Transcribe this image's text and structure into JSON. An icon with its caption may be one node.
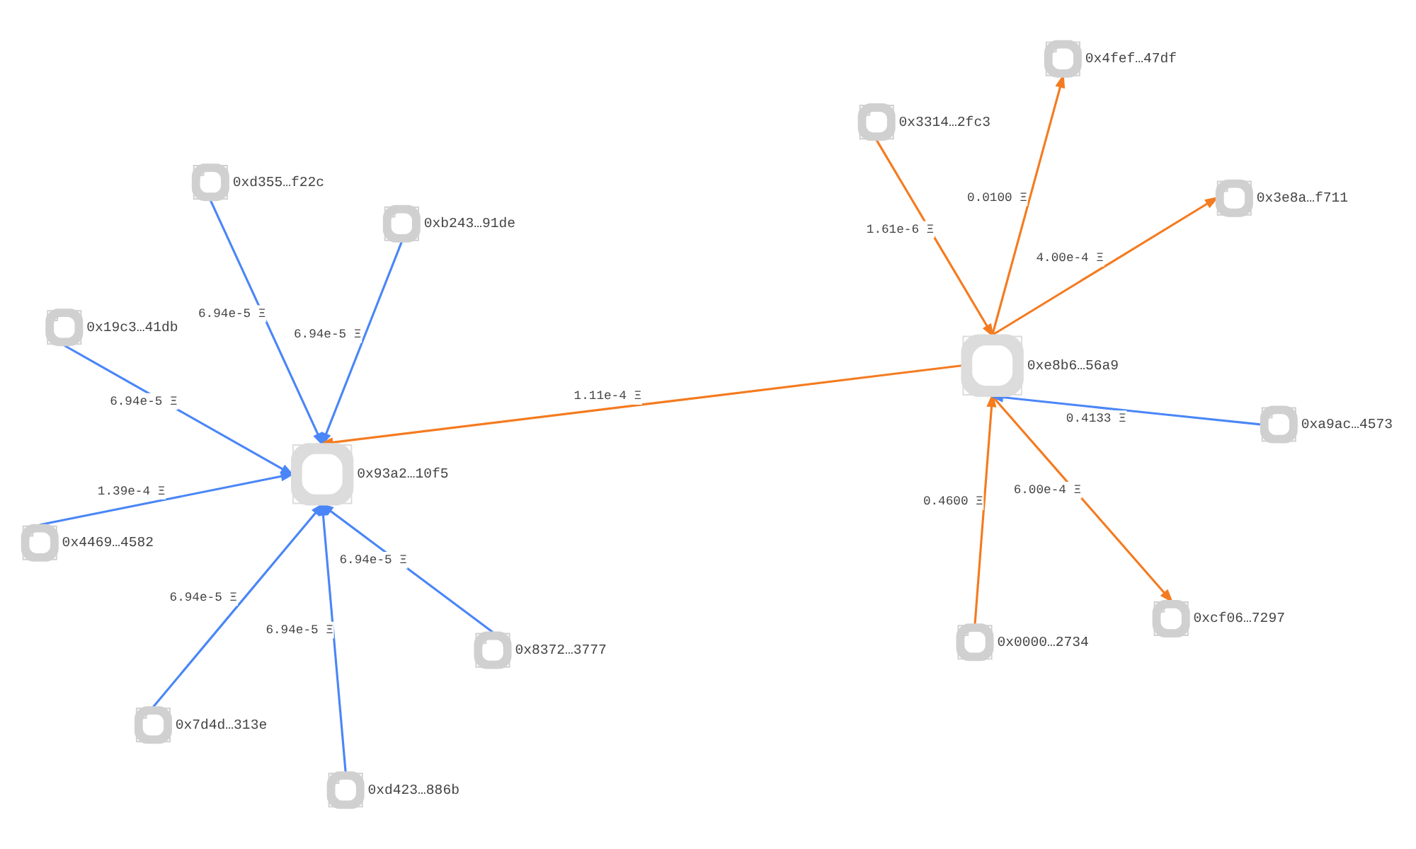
{
  "diagram": {
    "nodes": [
      {
        "text": [
          "0x4469…4582"
        ]
      },
      {
        "text": [
          "0x8372…3777"
        ]
      },
      {
        "text": [
          "0x0000…2734"
        ]
      },
      {
        "text": [
          "0x4fef…47df"
        ]
      },
      {
        "text": [
          "0xb243…91de"
        ]
      },
      {
        "text": [
          "0x3314…2fc3"
        ]
      },
      {
        "text": [
          "0x93a2…10f5"
        ]
      },
      {
        "text": [
          "0xe8b6…56a9"
        ]
      },
      {
        "text": [
          "0x7d4d…313e"
        ]
      },
      {
        "text": [
          "0xcf06…7297"
        ]
      },
      {
        "text": [
          "0xd423…886b"
        ]
      },
      {
        "text": [
          "0x19c3…41db"
        ]
      },
      {
        "text": [
          "0xa9ac…4573"
        ]
      },
      {
        "text": [
          "0x3e8a…f711"
        ]
      },
      {
        "text": [
          "0xd355…f22c"
        ]
      }
    ],
    "edges": [
      {
        "from": 0,
        "to": 6,
        "arrow": "to",
        "label": "1.39e-4 Ξ"
      },
      {
        "from": 1,
        "to": 6,
        "arrow": "to",
        "label": "6.94e-5 Ξ"
      },
      {
        "from": 4,
        "to": 6,
        "arrow": "to",
        "label": "6.94e-5 Ξ"
      },
      {
        "from": 8,
        "to": 6,
        "arrow": "to",
        "label": "6.94e-5 Ξ"
      },
      {
        "from": 10,
        "to": 6,
        "arrow": "to",
        "label": "6.94e-5 Ξ"
      },
      {
        "from": 14,
        "to": 6,
        "arrow": "to",
        "label": "6.94e-5 Ξ"
      },
      {
        "from": 11,
        "to": 6,
        "arrow": "to",
        "label": "6.94e-5 Ξ"
      },
      {
        "from": 7,
        "to": 6,
        "arrow": "to",
        "label": "1.11e-4 Ξ",
        "color": "#f47b20"
      },
      {
        "from": 2,
        "to": 7,
        "arrow": "to",
        "label": "0.4600 Ξ",
        "color": "#f47b20"
      },
      {
        "from": 7,
        "to": 3,
        "arrow": "to",
        "label": "0.0100 Ξ",
        "color": "#f47b20"
      },
      {
        "from": 5,
        "to": 7,
        "arrow": "to",
        "label": "1.61e-6 Ξ",
        "color": "#f47b20"
      },
      {
        "from": 7,
        "to": 9,
        "arrow": "to",
        "label": "6.00e-4 Ξ",
        "color": "#f47b20"
      },
      {
        "from": 12,
        "to": 7,
        "arrow": "to",
        "label": "0.4133 Ξ"
      },
      {
        "from": 7,
        "to": 13,
        "arrow": "to",
        "label": "4.00e-4 Ξ",
        "color": "#f47b20"
      }
    ]
  }
}
